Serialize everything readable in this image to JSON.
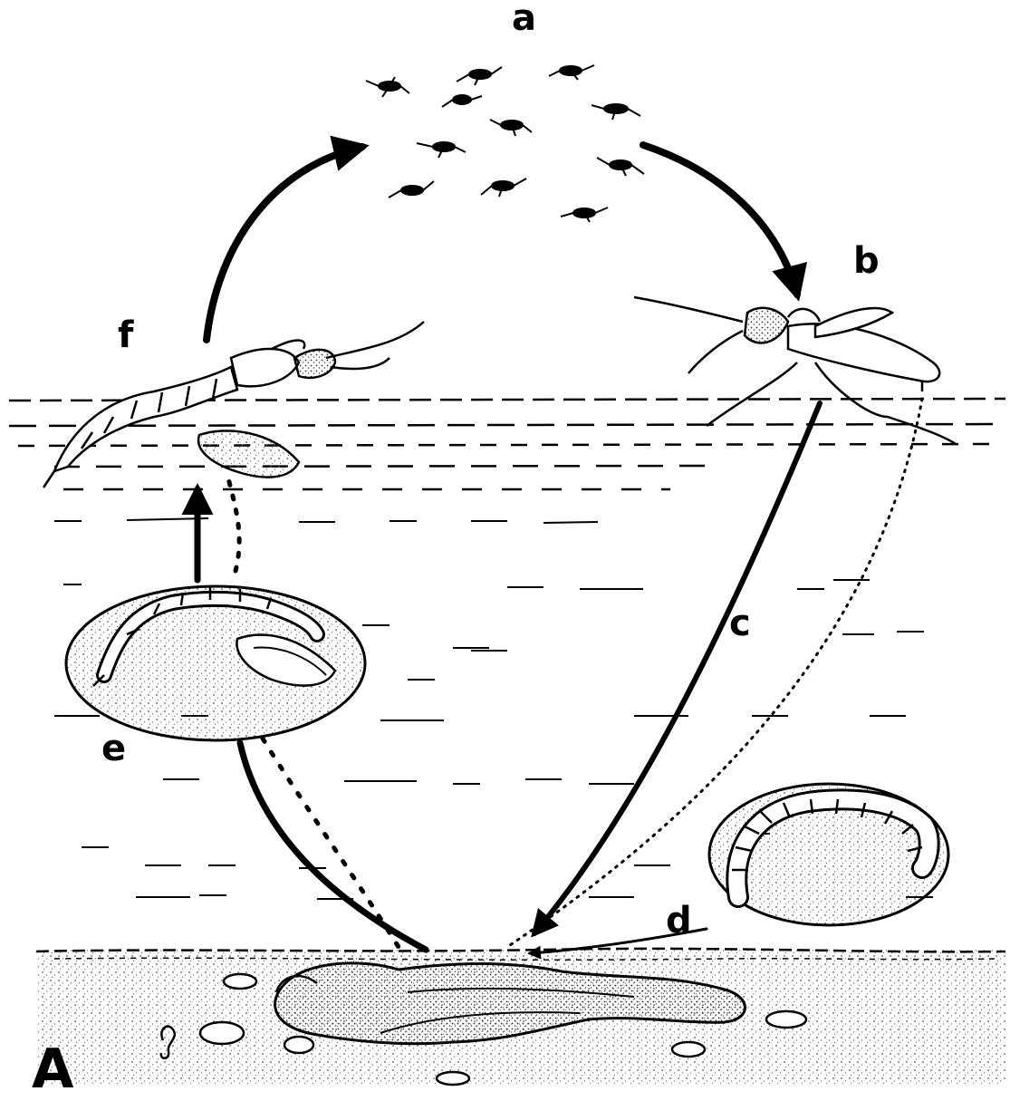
{
  "labels": {
    "a": "a",
    "b": "b",
    "c": "c",
    "d": "d",
    "e": "e",
    "f": "f",
    "panel": "A"
  },
  "colors": {
    "ink": "#000000",
    "paper": "#ffffff",
    "stipple": "#555555"
  },
  "icons": {
    "adult_swarm": "midge-swarm-icon",
    "adult_female": "midge-adult-female-icon",
    "larva": "bloodworm-larva-icon",
    "pupa": "pupa-icon",
    "emerging_adult": "emerging-midge-icon",
    "carcass": "carcass-icon"
  }
}
